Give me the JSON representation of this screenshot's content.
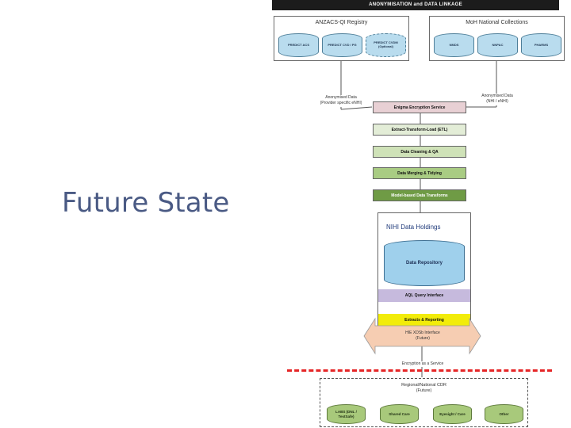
{
  "slide": {
    "title": "Future State"
  },
  "diagram": {
    "banner": "ANONYMISATION and DATA LINKAGE",
    "left_box": {
      "title": "ANZACS-QI Registry",
      "cylinders": [
        "PREDICT ACS",
        "PREDICT CVD / PG",
        "PREDICT CVDM (Optional)"
      ]
    },
    "right_box": {
      "title": "MoH National Collections",
      "cylinders": [
        "NMDS",
        "NNPAC",
        "PHARMS"
      ]
    },
    "left_annotation": {
      "line1": "Anonymised Data",
      "line2": "(Provider specific eNHI)"
    },
    "right_annotation": {
      "line1": "Anonymised Data",
      "line2": "(NHI / eNHI)"
    },
    "steps": [
      {
        "label": "Enigma Encryption Service",
        "color": "#e8d0d4"
      },
      {
        "label": "Extract-Transform-Load (ETL)",
        "color": "#e3edd7"
      },
      {
        "label": "Data Cleaning & QA",
        "color": "#cfe2b8"
      },
      {
        "label": "Data Merging & Tidying",
        "color": "#a9cc83"
      },
      {
        "label": "Model-based Data Transforms",
        "color": "#6f9b45"
      }
    ],
    "holdings": {
      "title": "NIHI Data Holdings",
      "repository": "Data Repository",
      "query_interface": "AQL Query Interface",
      "query_color": "#c6badd",
      "extracts": "Extracts & Reporting",
      "extracts_color": "#f2ec0a"
    },
    "hie": {
      "line1": "HIE XDSb Interface",
      "line2": "(Future)",
      "color": "#f6cdb2"
    },
    "encryption_service": "Encryption as a Service",
    "cdr": {
      "title_line1": "Regional/National CDR",
      "title_line2": "(Future)",
      "cylinders": [
        "LABS (DNL / TestSafe)",
        "Shared Care",
        "Eyesight / Care",
        "Other"
      ]
    },
    "colors": {
      "red_dash": "#e52526",
      "source_cylinder": "#b9dcee",
      "cdr_cylinder": "#a8c97b"
    }
  }
}
